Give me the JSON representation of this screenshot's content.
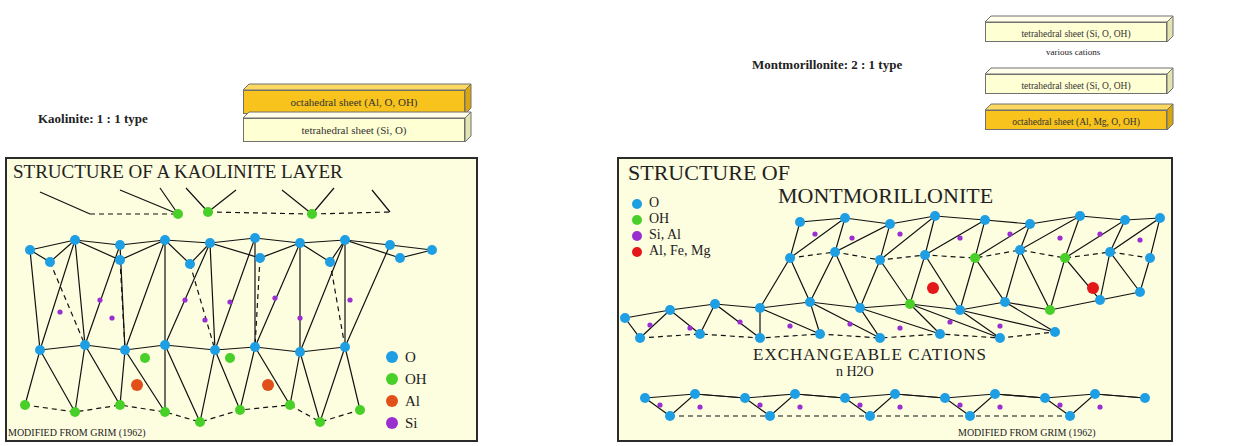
{
  "diagram": {
    "nodes": [
      {
        "text": [
          "octahedral sheet (Al, O, OH)"
        ]
      },
      {
        "text": [
          "tetrahedral sheet (Si, O)"
        ]
      },
      {
        "text": [
          "tetrahedral sheet (Si, O, OH)"
        ]
      },
      {
        "text": [
          "tetrahedral sheet (Si, O, OH)"
        ]
      },
      {
        "text": [
          "octahedral sheet (Al, Mg, O, OH)"
        ]
      },
      {
        "text": [
          "STRUCTURE OF A KAOLINITE LAYER",
          "MODIFIED FROM GRIM (1962)"
        ]
      },
      {
        "text": [
          "STRUCTURE OF MONTMORILLONITE",
          "MODIFIED FROM GRIM (1962)"
        ]
      }
    ],
    "labels": [
      "Kaolinite: 1 : 1 type",
      "Montmorillonite: 2 : 1 type",
      "various cations",
      "EXCHANGEABLE CATIONS",
      "n H2O"
    ],
    "legend": [
      {
        "text": "O",
        "color": "#1e9fe3"
      },
      {
        "text": "OH",
        "color": "#48cf28"
      },
      {
        "text": "Al",
        "color": "#e2501a"
      },
      {
        "text": "Si",
        "color": "#9a2fd0"
      },
      {
        "text": "O",
        "color": "#1e9fe3"
      },
      {
        "text": "OH",
        "color": "#48cf28"
      },
      {
        "text": "Si, Al",
        "color": "#9a2fd0"
      },
      {
        "text": "Al, Fe, Mg",
        "color": "#e41818"
      }
    ]
  }
}
